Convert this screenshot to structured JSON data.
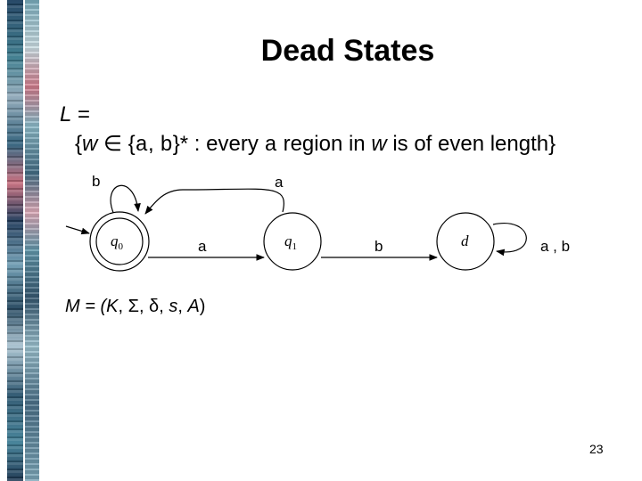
{
  "slide": {
    "title": "Dead States",
    "language_label": "L =",
    "language_def": {
      "open": "{",
      "w": "w",
      "in": " ∈ {",
      "a": "a",
      "comma": ", ",
      "b": "b",
      "star": "}* : every ",
      "a2": "a",
      "mid": " region in ",
      "w2": "w",
      "tail": " is of even length}"
    },
    "machine": {
      "prefix": "M = (",
      "K": "K",
      "mid": ", Σ, δ, ",
      "s": "s",
      "sep": ", ",
      "A": "A",
      "suffix": ")"
    },
    "page_number": "23"
  },
  "diagram": {
    "states": [
      {
        "id": "q0",
        "label": "q",
        "sub": "0",
        "accepting": true,
        "start": true
      },
      {
        "id": "q1",
        "label": "q",
        "sub": "1",
        "accepting": false,
        "start": false
      },
      {
        "id": "d",
        "label": "d",
        "sub": "",
        "accepting": false,
        "start": false
      }
    ],
    "transitions": [
      {
        "from": "q0",
        "to": "q0",
        "label": "b"
      },
      {
        "from": "q0",
        "to": "q1",
        "label": "a"
      },
      {
        "from": "q1",
        "to": "q0",
        "label": "a"
      },
      {
        "from": "q1",
        "to": "d",
        "label": "b"
      },
      {
        "from": "d",
        "to": "d",
        "label": "a , b"
      }
    ]
  }
}
